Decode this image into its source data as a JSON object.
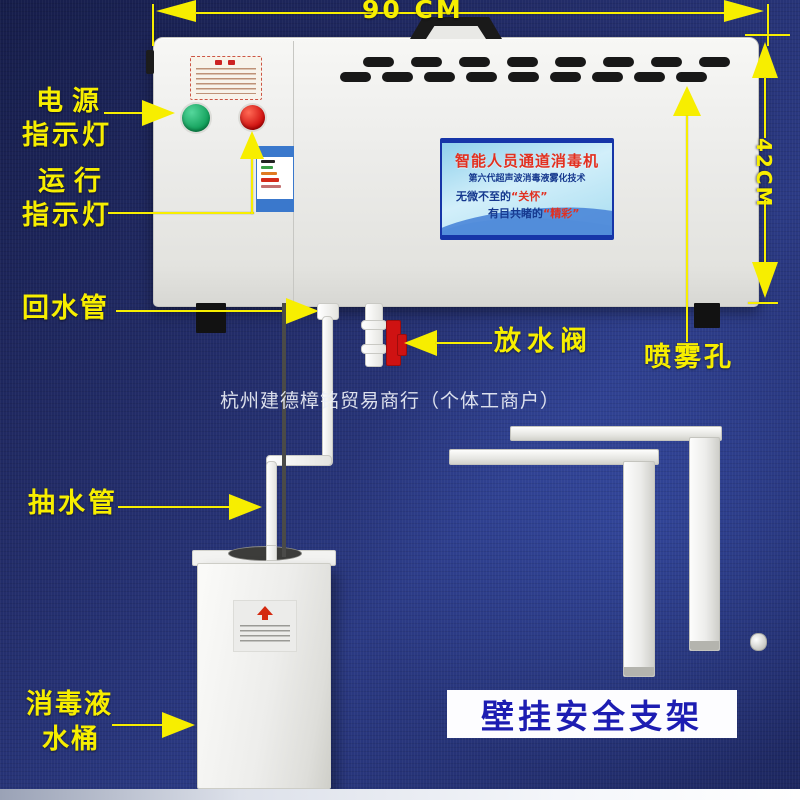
{
  "watermark": "杭州建德樟铭贸易商行（个体工商户）",
  "dimensions": {
    "width": "90 CM",
    "height": "42CM"
  },
  "screen": {
    "title": "智能人员通道消毒机",
    "subtitle": "第六代超声波消毒液雾化技术",
    "slogan1_text": "无微不至的",
    "slogan1_accent": "“关怀”",
    "slogan2_text": "有目共睹的",
    "slogan2_accent": "“精彩”"
  },
  "callouts": {
    "power_light_1": "电源",
    "power_light_2": "指示灯",
    "run_light_1": "运行",
    "run_light_2": "指示灯",
    "return_pipe": "回水管",
    "drain_valve": "放水阀",
    "spray_holes": "喷雾孔",
    "suction_pipe": "抽水管",
    "bucket_1": "消毒液",
    "bucket_2": "水桶",
    "bracket_label": "壁挂安全支架"
  },
  "vents": {
    "row1_count": 8,
    "row2_count": 9
  },
  "colors": {
    "annotation_yellow": "#f7ee00",
    "power_green": "#12a45e",
    "run_red": "#d40b0b",
    "valve_red": "#cf1212",
    "bracket_text_blue": "#1d1db2",
    "screen_frame_blue": "#1635a8"
  }
}
